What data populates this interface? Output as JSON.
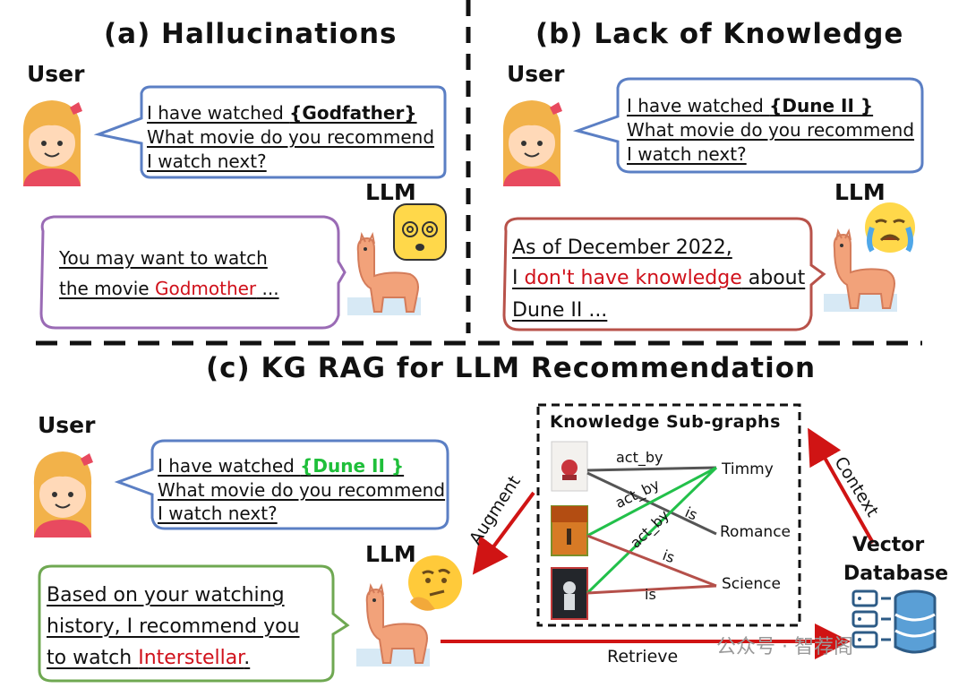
{
  "panels": {
    "a": {
      "title": "(a) Hallucinations",
      "user_label": "User",
      "llm_label": "LLM",
      "user_line1_prefix": "I have watched ",
      "user_movie": "{Godfather}",
      "user_line2": "What movie do you recommend",
      "user_line3": "I watch next?",
      "llm_line1": "You may want to watch",
      "llm_line2_prefix": "the movie ",
      "llm_line2_highlight": "Godmother",
      "llm_line2_suffix": " ..."
    },
    "b": {
      "title": "(b) Lack of Knowledge",
      "user_label": "User",
      "llm_label": "LLM",
      "user_line1_prefix": "I have watched ",
      "user_movie": "{Dune  II  }",
      "user_line2": "What movie do you recommend",
      "user_line3": "I watch next?",
      "llm_line1": "As of December 2022,",
      "llm_line2_prefix": "I ",
      "llm_line2_highlight": "don't have knowledge",
      "llm_line2_suffix": " about",
      "llm_line3": "Dune II ..."
    },
    "c": {
      "title": "(c) KG RAG for LLM Recommendation",
      "user_label": "User",
      "llm_label": "LLM",
      "user_line1_prefix": "I have watched ",
      "user_movie": "{Dune  II  }",
      "user_line2": "What movie do you recommend",
      "user_line3": "I watch next?",
      "llm_line1": "Based on  your watching",
      "llm_line2": "history, I recommend you",
      "llm_line3_prefix": "to watch ",
      "llm_line3_highlight": "Interstellar",
      "llm_line3_suffix": "."
    }
  },
  "kg": {
    "title": "Knowledge Sub-graphs",
    "nodes": [
      "Timmy",
      "Romance",
      "Science"
    ],
    "edge_labels": {
      "act_by_1": "act_by",
      "act_by_2": "act_by",
      "act_by_3": "act_by",
      "is_1": "is",
      "is_2": "is",
      "is_3": "is"
    }
  },
  "arrows": {
    "augment": "Augment",
    "context": "Context",
    "retrieve": "Retrieve"
  },
  "vector_db": {
    "line1": "Vector",
    "line2": "Database"
  },
  "watermark": "公众号 · 智荐阁",
  "colors": {
    "blue_bubble": "#5b7fc4",
    "purple_bubble": "#9a6bb5",
    "red_bubble": "#b8524a",
    "green_bubble": "#6fa852",
    "highlight_red": "#d0111b",
    "highlight_green": "#1fbf3a",
    "edge_gray": "#555555",
    "edge_green": "#22c04a",
    "edge_brown": "#b5504a",
    "arrow_red": "#d01414"
  }
}
